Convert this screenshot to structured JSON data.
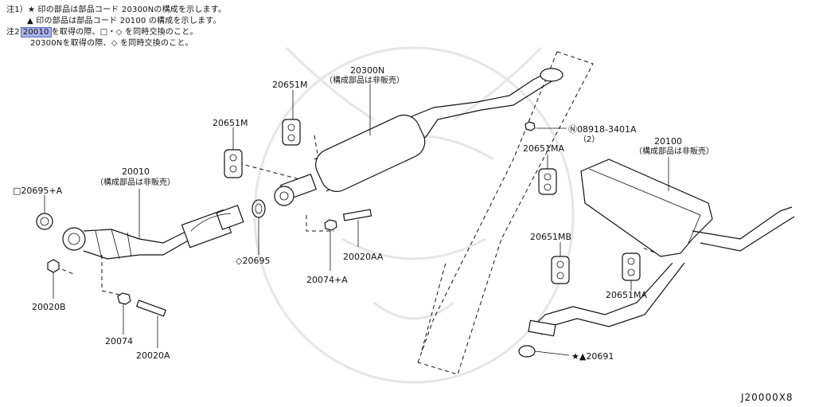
{
  "notes": {
    "n1_prefix": "注1）",
    "n1_line1": "★ 印の部品は部品コード 20300Nの構成を示します。",
    "n1_line2": "▲ 印の部品は部品コード 20100 の構成を示します。",
    "n2_prefix": "注2",
    "n2_highlight": "20010",
    "n2_line1_rest": "を取得の際、□・◇ を同時交換のこと。",
    "n2_line2": "20300Nを取得の際、◇ を同時交換のこと。"
  },
  "parts": {
    "p20300N": "20300N",
    "p20300N_note": "（構成部品は非販売）",
    "p20651M_top": "20651M",
    "p20651M_left": "20651M",
    "p08918": "Ⓝ08918-3401A",
    "p08918_qty": "（2）",
    "p20651MA_top": "20651MA",
    "p20100": "20100",
    "p20100_note": "（構成部品は非販売）",
    "p20010": "20010",
    "p20010_note": "（構成部品は非販売）",
    "p20695A": "□20695+A",
    "p20695": "◇20695",
    "p20020AA": "20020AA",
    "p20074A": "20074+A",
    "p20651MB": "20651MB",
    "p20651MA_bottom": "20651MA",
    "p20020B": "20020B",
    "p20074": "20074",
    "p20020A": "20020A",
    "p20691": "★▲20691"
  },
  "drawing_id": "J20000X8"
}
